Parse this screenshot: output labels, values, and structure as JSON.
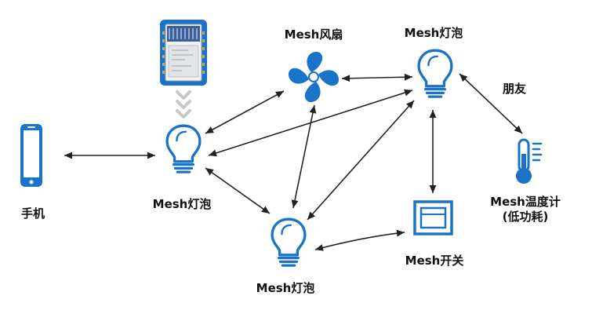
{
  "labels": {
    "fan": "Mesh风扇",
    "bulb_top": "Mesh灯泡",
    "friend": "朋友",
    "phone": "手机",
    "bulb_left": "Mesh灯泡",
    "thermo_line1": "Mesh温度计",
    "thermo_line2": "(低功耗)",
    "bulb_bottom": "Mesh灯泡",
    "switch": "Mesh开关"
  },
  "colors": {
    "accent": "#1a73c8",
    "arrow": "#222222",
    "chevron": "#c8c8c8"
  },
  "icons": {
    "module": "bluetooth-module-icon",
    "phone": "smartphone-icon",
    "bulb": "light-bulb-icon",
    "fan": "fan-icon",
    "switch": "wall-switch-icon",
    "thermometer": "thermometer-icon"
  }
}
